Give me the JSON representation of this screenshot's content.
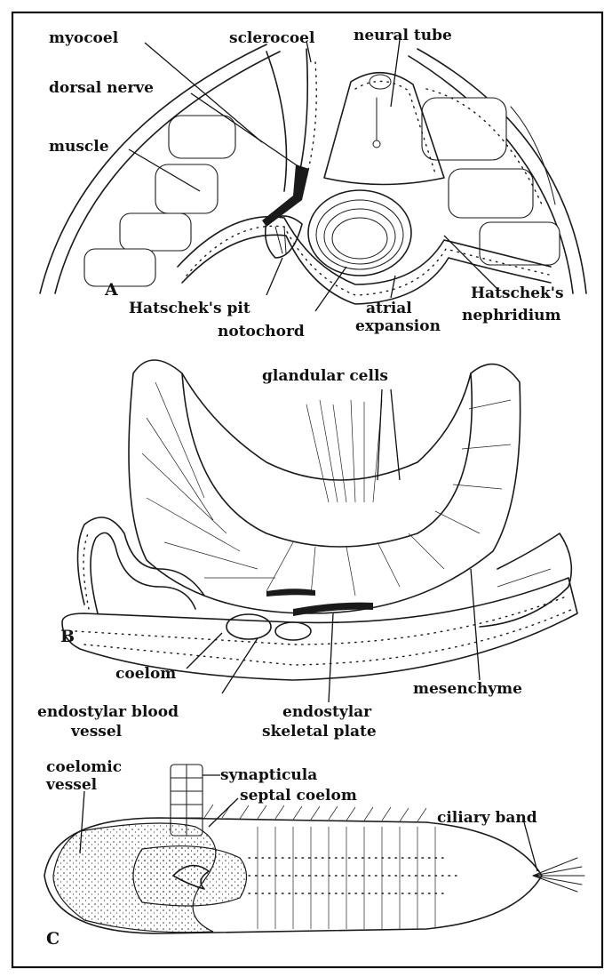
{
  "panels": {
    "a": {
      "letter": "A",
      "labels": {
        "myocoel": "myocoel",
        "sclerocoel": "sclerocoel",
        "neural_tube": "neural tube",
        "dorsal_nerve": "dorsal nerve",
        "muscle": "muscle",
        "hatscheks_pit": "Hatschek's pit",
        "notochord": "notochord",
        "atrial_expansion_1": "atrial",
        "atrial_expansion_2": "expansion",
        "hatscheks_nephridium_1": "Hatschek's",
        "hatscheks_nephridium_2": "nephridium"
      }
    },
    "b": {
      "letter": "B",
      "labels": {
        "glandular_cells": "glandular cells",
        "coelom": "coelom",
        "endostylar_blood_vessel_1": "endostylar blood",
        "endostylar_blood_vessel_2": "vessel",
        "endostylar_skeletal_plate_1": "endostylar",
        "endostylar_skeletal_plate_2": "skeletal plate",
        "mesenchyme": "mesenchyme"
      }
    },
    "c": {
      "letter": "C",
      "labels": {
        "coelomic_vessel_1": "coelomic",
        "coelomic_vessel_2": "vessel",
        "synapticula": "synapticula",
        "septal_coelom": "septal coelom",
        "ciliary_band": "ciliary band"
      }
    }
  }
}
